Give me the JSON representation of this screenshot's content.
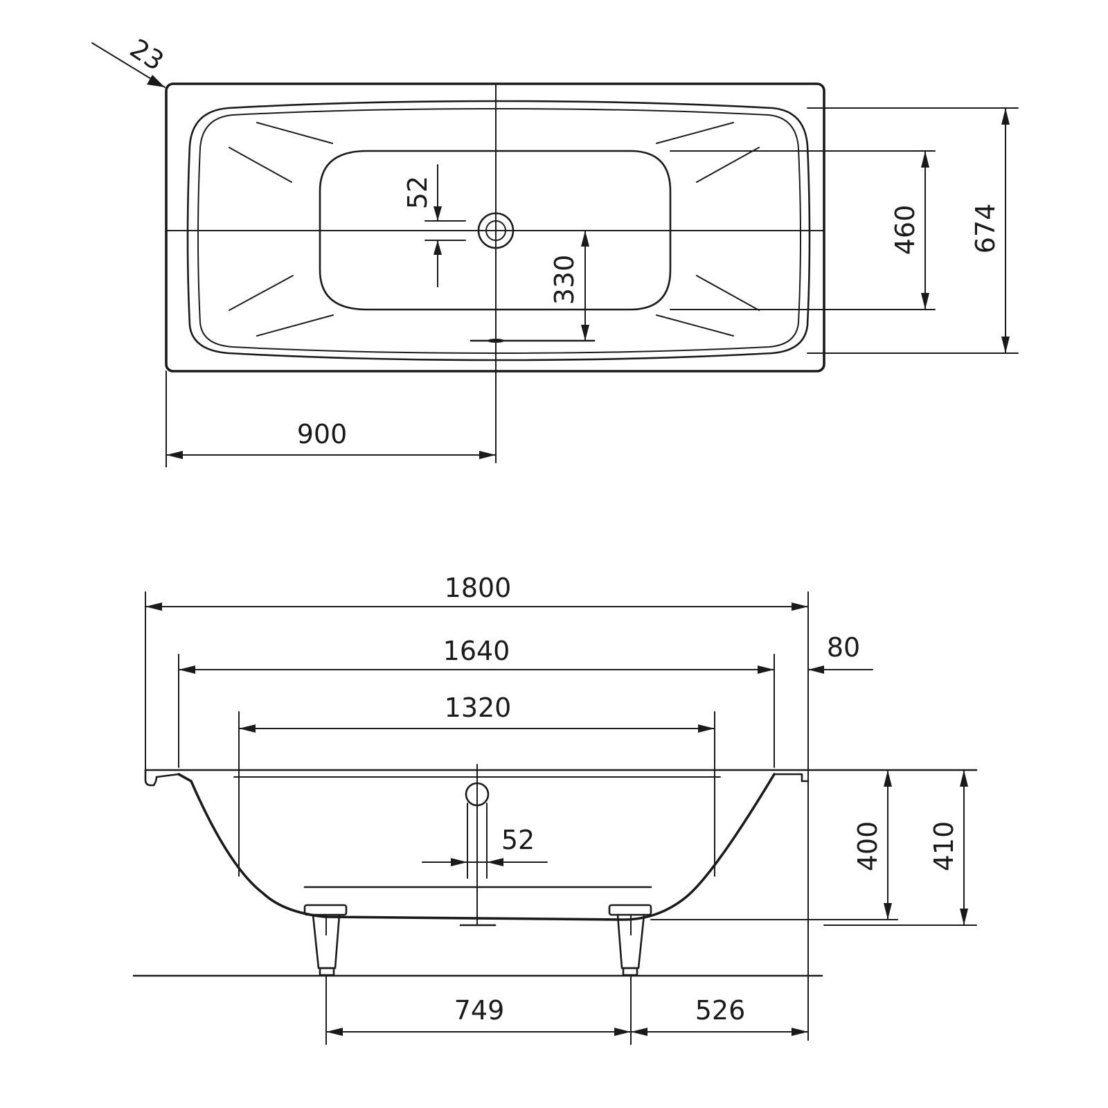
{
  "plan_view": {
    "corner_radius_label": "23",
    "inner_bottom_width_label": "52",
    "drain_offset_label": "330",
    "basin_width_label": "460",
    "overall_width_label": "674",
    "drain_center_label": "900"
  },
  "side_view": {
    "overall_length_label": "1800",
    "inner_length_label": "1640",
    "basin_length_label": "1320",
    "rim_label": "80",
    "overflow_pipe_label": "52",
    "inner_depth_label": "400",
    "overall_depth_label": "410",
    "feet_spacing_label": "749",
    "foot_offset_label": "526"
  }
}
